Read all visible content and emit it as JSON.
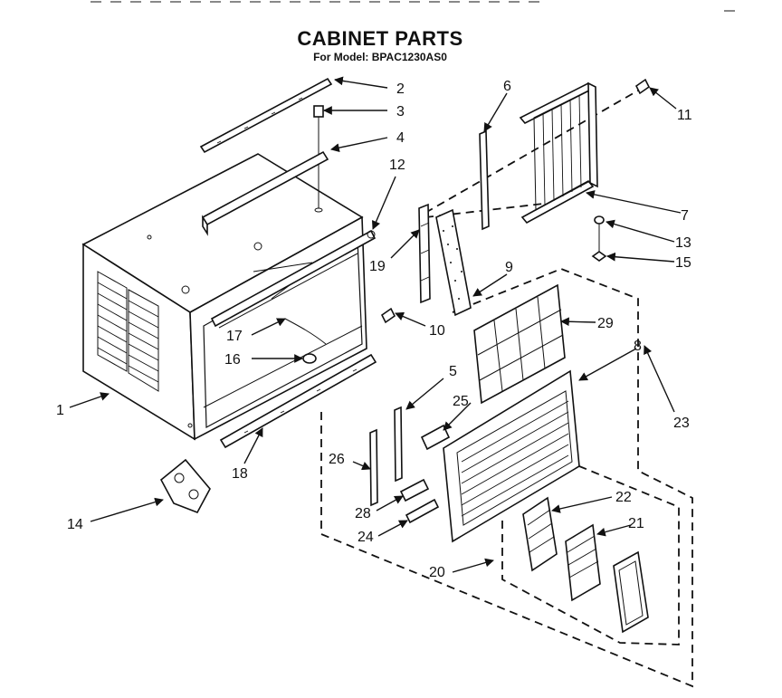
{
  "title": "CABINET PARTS",
  "subtitle": "For Model: BPAC1230AS0",
  "callouts": [
    "1",
    "2",
    "3",
    "4",
    "5",
    "6",
    "7",
    "8",
    "9",
    "10",
    "11",
    "12",
    "13",
    "14",
    "15",
    "16",
    "17",
    "18",
    "19",
    "20",
    "21",
    "22",
    "23",
    "24",
    "25",
    "26",
    "28",
    "29"
  ]
}
